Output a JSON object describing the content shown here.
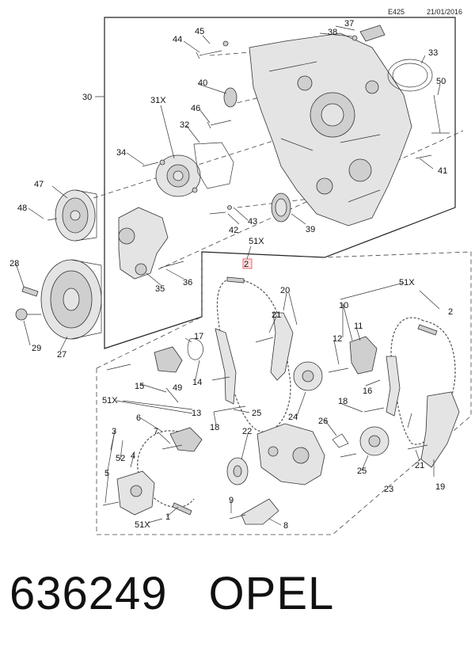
{
  "header": {
    "code": "E425",
    "date": "21/01/2016"
  },
  "footer": {
    "part_number": "636249",
    "brand": "OPEL"
  },
  "callouts": {
    "c2": "2",
    "c2b": "2",
    "c1": "1",
    "c3": "3",
    "c4": "4",
    "c5": "5",
    "c6": "6",
    "c7": "7",
    "c8": "8",
    "c9": "9",
    "c10": "10",
    "c11": "11",
    "c12": "12",
    "c13": "13",
    "c14": "14",
    "c15": "15",
    "c16": "16",
    "c17": "17",
    "c18a": "18",
    "c18b": "18",
    "c19": "19",
    "c20": "20",
    "c21a": "21",
    "c21b": "21",
    "c22": "22",
    "c23": "23",
    "c24": "24",
    "c25a": "25",
    "c25b": "25",
    "c26": "26",
    "c27": "27",
    "c28": "28",
    "c29": "29",
    "c30": "30",
    "c31x": "31X",
    "c32": "32",
    "c33": "33",
    "c34": "34",
    "c35": "35",
    "c36": "36",
    "c37": "37",
    "c38": "38",
    "c39": "39",
    "c40": "40",
    "c41": "41",
    "c42": "42",
    "c43": "43",
    "c44": "44",
    "c45": "45",
    "c46": "46",
    "c47": "47",
    "c48": "48",
    "c49": "49",
    "c50": "50",
    "c52": "52",
    "c51x_top": "51X",
    "c51x_right": "51X",
    "c51x_left": "51X",
    "c51x_bottom": "51X"
  }
}
